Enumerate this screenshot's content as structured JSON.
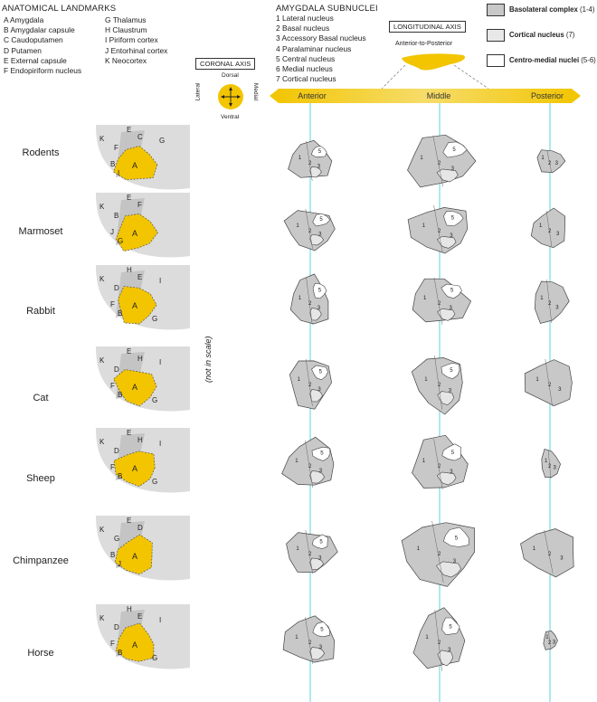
{
  "landmarks": {
    "title": "ANATOMICAL LANDMARKS",
    "col1": [
      "A  Amygdala",
      "B  Amygdalar capsule",
      "C  Caudoputamen",
      "D  Putamen",
      "E  External capsule",
      "F  Endopiriform nucleus"
    ],
    "col2": [
      "G  Thalamus",
      "H  Claustrum",
      "I   Piriform cortex",
      "J  Entorhinal cortex",
      "K  Neocortex"
    ]
  },
  "subnuclei": {
    "title": "AMYGDALA SUBNUCLEI",
    "items": [
      "1  Lateral nucleus",
      "2  Basal nucleus",
      "3  Accessory Basal nucleus",
      "4  Paralaminar nucleus",
      "5  Central nucleus",
      "6  Medial nucleus",
      "7  Cortical nucleus"
    ]
  },
  "coronal_axis": {
    "label": "CORONAL AXIS",
    "dorsal": "Dorsal",
    "ventral": "Ventral",
    "lateral": "Lateral",
    "medial": "Medial"
  },
  "longitudinal_axis": {
    "label": "LONGITUDINAL AXIS",
    "sublabel": "Anterior-to-Posterior"
  },
  "region_legend": [
    {
      "name": "Basolateral complex",
      "range": "(1-4)",
      "color": "#c8c8c8"
    },
    {
      "name": "Cortical nucleus",
      "range": "(7)",
      "color": "#e8e8e8"
    },
    {
      "name": "Centro-medial nuclei",
      "range": "(5-6)",
      "color": "#ffffff"
    }
  ],
  "columns": [
    "Anterior",
    "Middle",
    "Posterior"
  ],
  "species": [
    "Rodents",
    "Marmoset",
    "Rabbit",
    "Cat",
    "Sheep",
    "Chimpanzee",
    "Horse"
  ],
  "scale_note": "(not in scale)",
  "colors": {
    "amygdala": "#f2c500",
    "axis_line": "#5fd3d8",
    "arrow": "#f2c500",
    "gray_region": "#c8c8c8",
    "light_region": "#e6e6e6"
  }
}
